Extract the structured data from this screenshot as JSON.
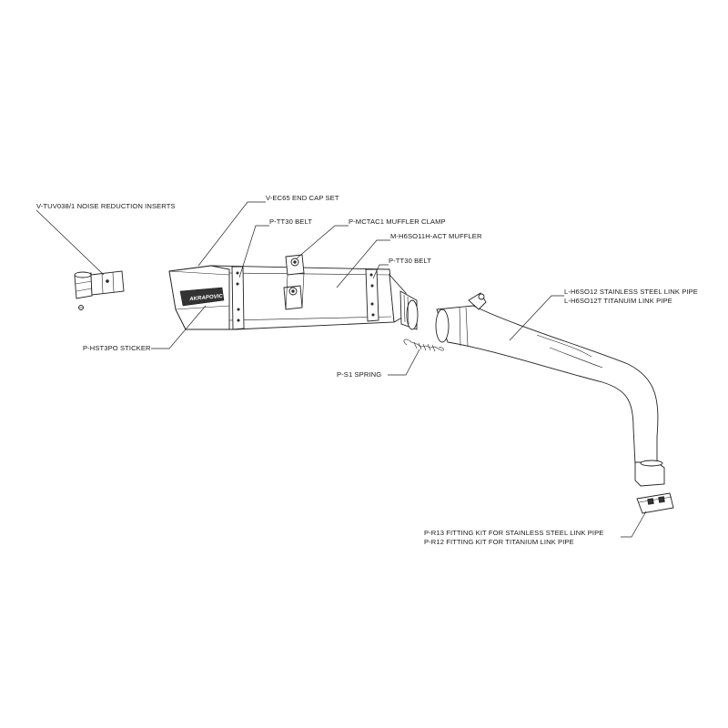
{
  "labels": {
    "noise_inserts": "V-TUV038/1  NOISE REDUCTION INSERTS",
    "end_cap": "V-EC65 END CAP SET",
    "belt_1": "P-TT30  BELT",
    "muffler_clamp": "P-MCTAC1  MUFFLER CLAMP",
    "muffler": "M-H6SO11H-ACT  MUFFLER",
    "belt_2": "P-TT30  BELT",
    "link_pipe_ss": "L-H6SO12  STAINLESS STEEL LINK PIPE",
    "link_pipe_ti": "L-H6SO12T  TITANUIM LINK PIPE",
    "sticker": "P-HST3PO  STICKER",
    "spring": "P-S1  SPRING",
    "fitting_ss": "P-R13 FITTING KIT FOR STAINLESS STEEL LINK PIPE",
    "fitting_ti": "P-R12 FITTING KIT FOR TITANIUM LINK PIPE"
  },
  "sticker_logo": "AKRAPOVIC"
}
